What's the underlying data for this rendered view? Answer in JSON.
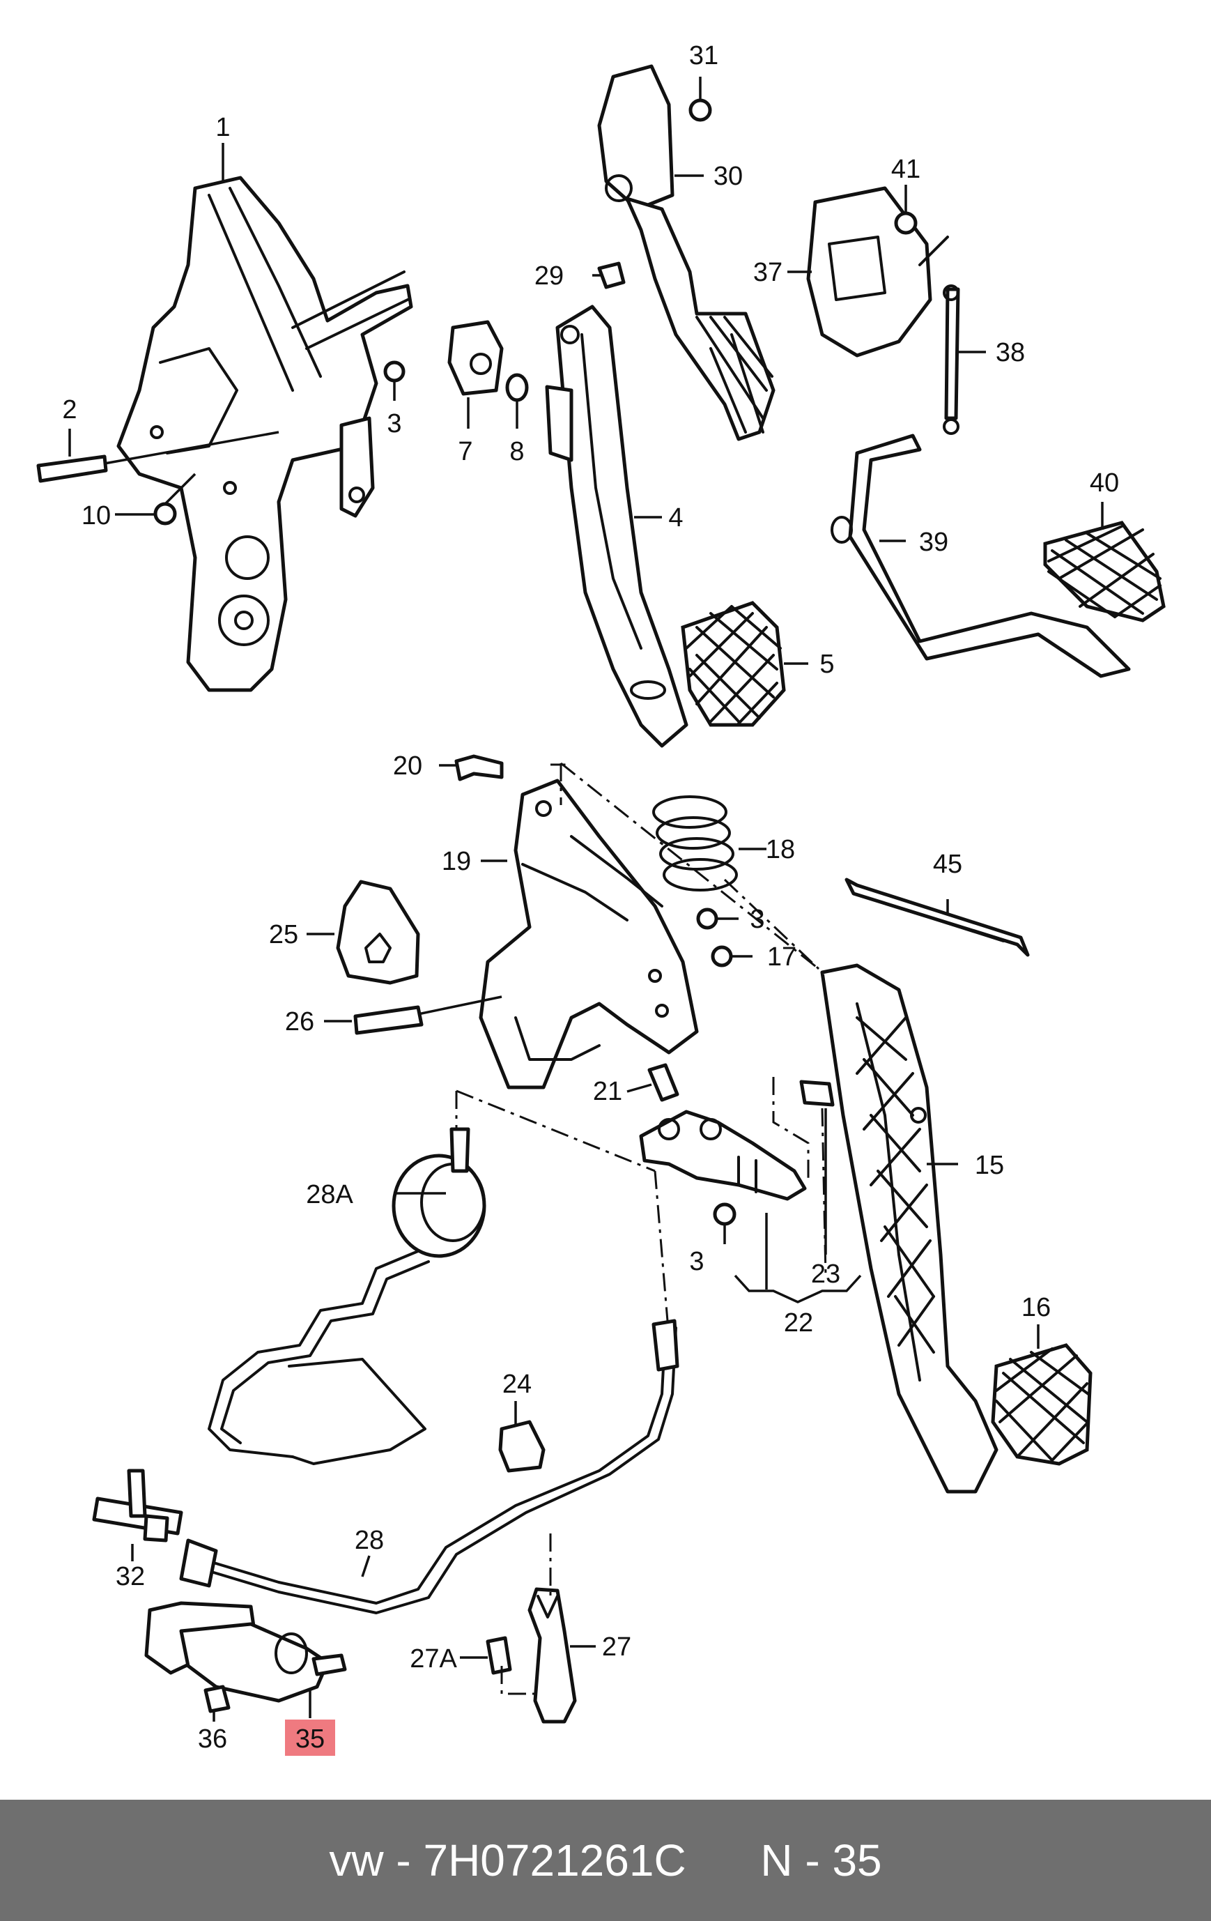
{
  "callouts": {
    "c1": "1",
    "c2": "2",
    "c3a": "3",
    "c3b": "3",
    "c3c": "3",
    "c4": "4",
    "c5": "5",
    "c7": "7",
    "c8": "8",
    "c10": "10",
    "c15": "15",
    "c16": "16",
    "c17": "17",
    "c18": "18",
    "c19": "19",
    "c20": "20",
    "c21": "21",
    "c22": "22",
    "c23": "23",
    "c24": "24",
    "c25": "25",
    "c26": "26",
    "c27": "27",
    "c27a": "27A",
    "c28": "28",
    "c28a": "28A",
    "c29": "29",
    "c30": "30",
    "c31": "31",
    "c32": "32",
    "c35": "35",
    "c36": "36",
    "c37": "37",
    "c38": "38",
    "c39": "39",
    "c40": "40",
    "c41": "41",
    "c45": "45"
  },
  "highlight": {
    "callout": "35",
    "color": "#ef7a80"
  },
  "footer": {
    "brand": "vw",
    "separator": "-",
    "part_number": "7H0721261C",
    "position_label": "N - 35"
  },
  "colors": {
    "footer_bg": "#6f6f6f",
    "footer_text": "#ffffff",
    "line": "#111111"
  }
}
